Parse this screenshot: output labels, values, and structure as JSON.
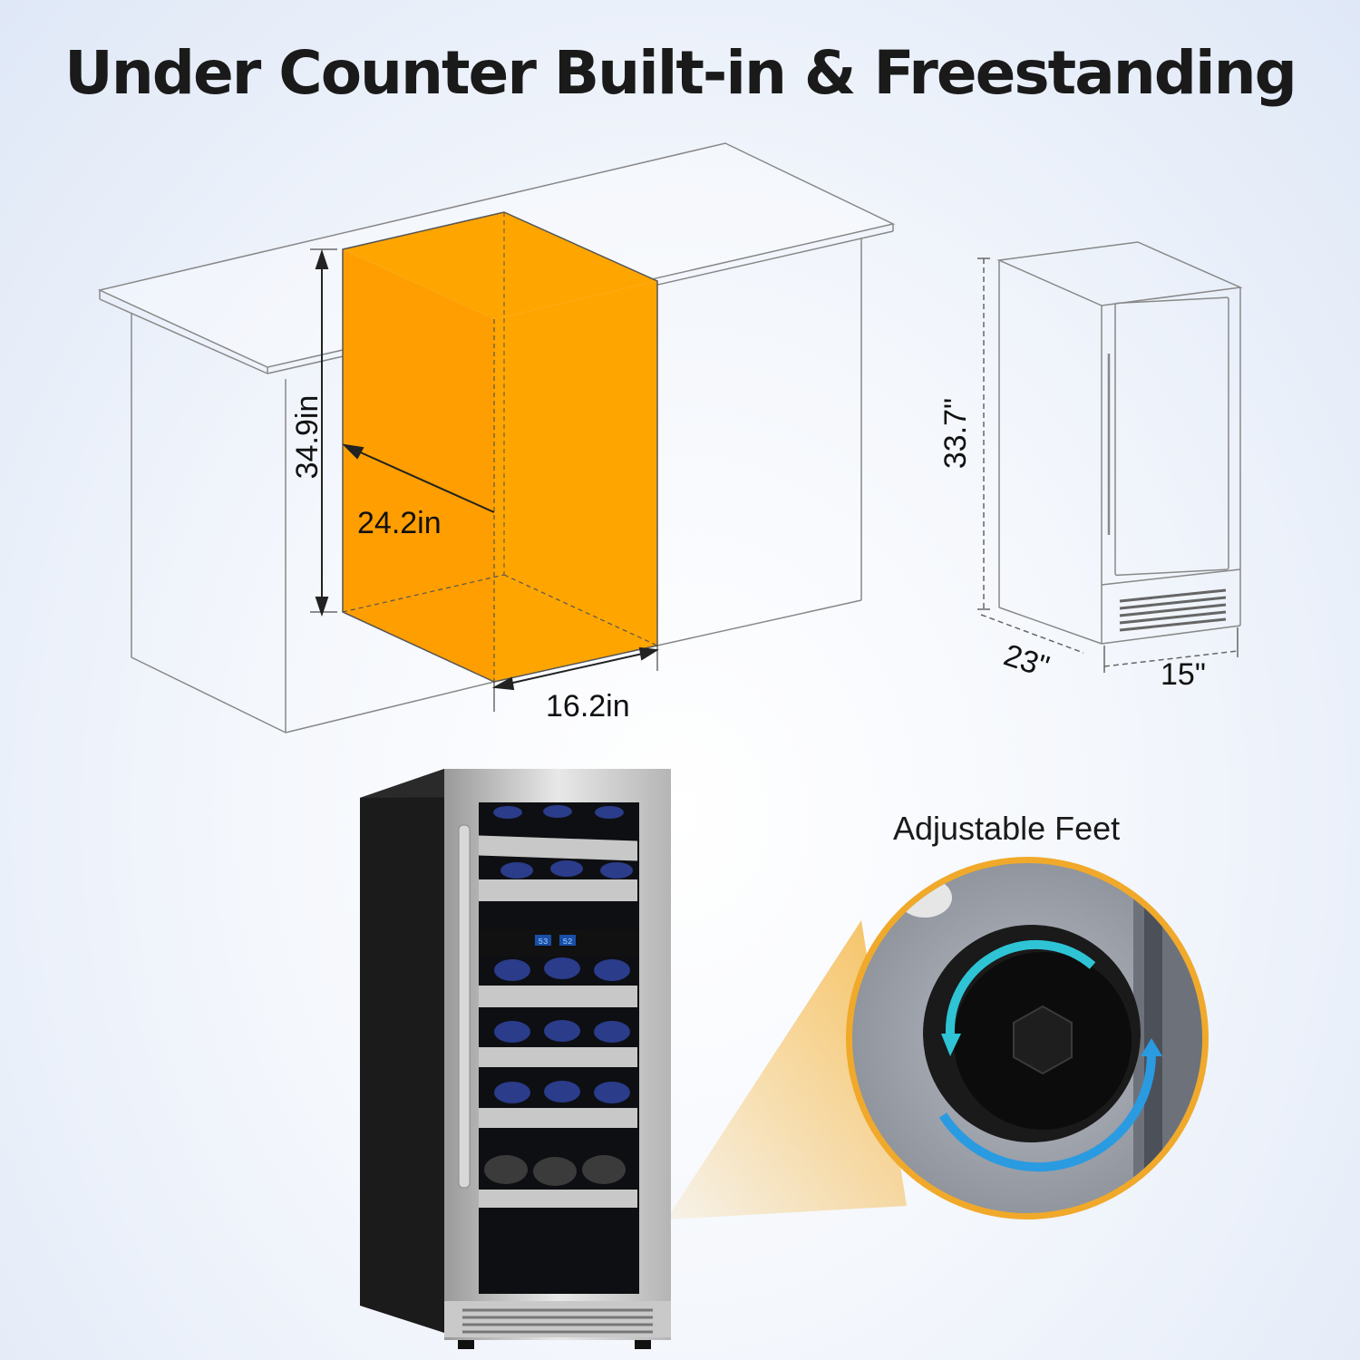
{
  "title": "Under Counter Built-in & Freestanding",
  "built_in": {
    "height": "34.9in",
    "depth": "24.2in",
    "width": "16.2in",
    "cutout_color": "#FFA500"
  },
  "freestanding": {
    "height": "33.7\"",
    "depth": "23\"",
    "width": "15\""
  },
  "feature": {
    "label": "Adjustable Feet",
    "arrow_color": "#2EC4D6"
  },
  "display": {
    "left_temp": "53",
    "right_temp": "52"
  }
}
